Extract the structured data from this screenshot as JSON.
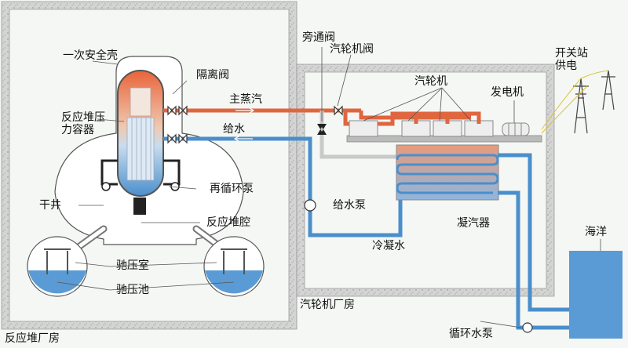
{
  "labels": {
    "reactor_building": "反应堆厂房",
    "turbine_building": "汽轮机厂房",
    "containment": "一次安全壳",
    "pressure_vessel": "反应堆压力容器",
    "isolation_valve": "隔离阀",
    "main_steam": "主蒸汽",
    "feed_water": "给水",
    "recirculation_pump": "再循环泵",
    "drywell": "干井",
    "reactor_cavity": "反应堆腔",
    "suppression_chamber": "驰压室",
    "suppression_pool": "驰压池",
    "bypass_valve": "旁通阀",
    "turbine_valve": "汽轮机阀",
    "turbine": "汽轮机",
    "generator": "发电机",
    "switchyard": "开关站供电",
    "feed_pump": "给水泵",
    "condenser": "凝汽器",
    "cooling_water": "冷凝水",
    "sea": "海洋",
    "circulating_pump": "循环水泵"
  },
  "colors": {
    "steam": "#e0663f",
    "water": "#4a8fcc",
    "sea": "#5b9bd5",
    "wall": "#cfcfcf",
    "grey_pipe": "#c9c9c9"
  }
}
